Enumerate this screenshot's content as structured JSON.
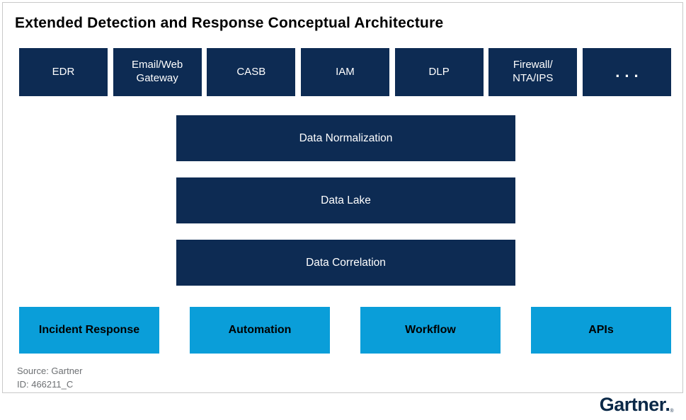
{
  "title": "Extended Detection and Response Conceptual Architecture",
  "sources_row": [
    "EDR",
    "Email/Web\nGateway",
    "CASB",
    "IAM",
    "DLP",
    "Firewall/\nNTA/IPS",
    "..."
  ],
  "pipeline": [
    "Data Normalization",
    "Data Lake",
    "Data Correlation"
  ],
  "capabilities_row": [
    "Incident Response",
    "Automation",
    "Workflow",
    "APIs"
  ],
  "footer": {
    "source": "Source: Gartner",
    "id": "ID: 466211_C"
  },
  "logo": {
    "text": "Gartner.",
    "reg": "®"
  },
  "colors": {
    "navy_box": "#0d2b53",
    "light_blue_box": "#0a9ed9",
    "box_text_on_navy": "#ffffff",
    "box_text_on_blue": "#000000",
    "footer_text": "#6d7073",
    "frame_border": "#c9c9c9",
    "logo_navy": "#0b2948"
  }
}
